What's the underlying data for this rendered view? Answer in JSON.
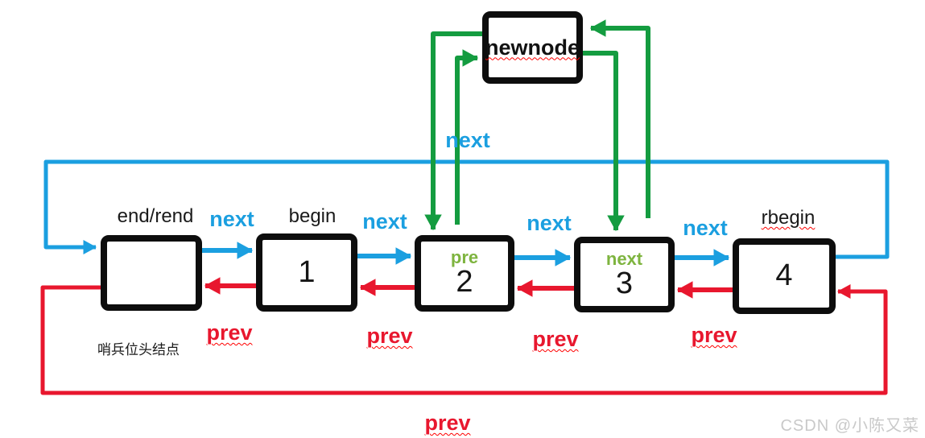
{
  "diagram": {
    "newnode": {
      "label": "newnode"
    },
    "nodes": [
      {
        "value": "",
        "label_above": "end/rend",
        "label_below": "哨兵位头结点"
      },
      {
        "value": "1",
        "label_above": "begin"
      },
      {
        "value": "2",
        "pointer_label": "pre"
      },
      {
        "value": "3",
        "pointer_label": "next"
      },
      {
        "value": "4",
        "label_above": "rbegin"
      }
    ],
    "next_edge_labels": [
      "next",
      "next",
      "next",
      "next"
    ],
    "prev_edge_labels": [
      "prev",
      "prev",
      "prev",
      "prev"
    ],
    "loop_labels": {
      "next": "next",
      "prev": "prev"
    },
    "colors": {
      "next_blue": "#1b9fe0",
      "prev_red": "#e8172e",
      "newnode_green": "#149c40",
      "pointer_green": "#7eb43f",
      "box_border": "#0d0d0d",
      "watermark_gray": "#c9c9c9"
    }
  },
  "watermark": "CSDN @小陈又菜"
}
